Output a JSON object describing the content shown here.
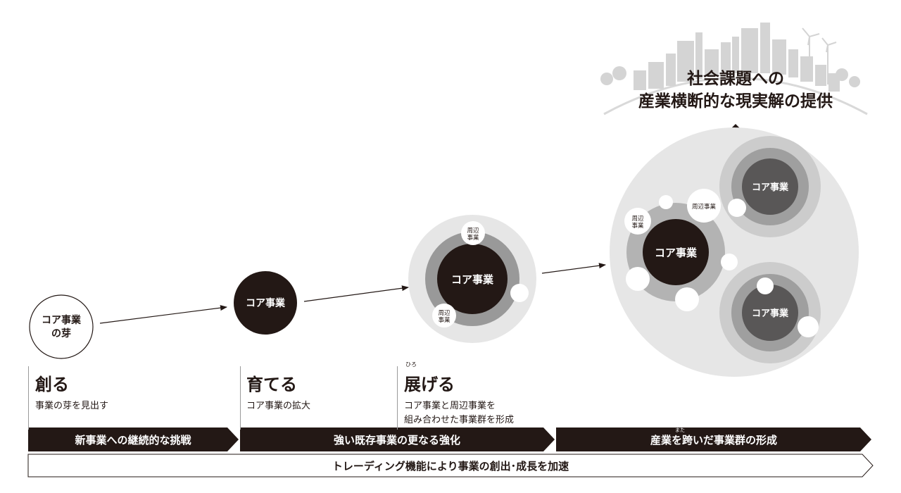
{
  "vision": {
    "line1": "社会課題への",
    "line2": "産業横断的な現実解の提供"
  },
  "nodes": {
    "seed": {
      "line1": "コア事業",
      "line2": "の芽"
    },
    "grow": "コア事業",
    "expand": {
      "core": "コア事業",
      "peripheral_top": "周辺\n事業",
      "peripheral_bottom": "周辺\n事業"
    },
    "cluster": {
      "core_main": "コア事業",
      "core_top_right": "コア事業",
      "core_bottom_right": "コア事業",
      "peripheral_left": "周辺\n事業",
      "peripheral_top": "周辺事業"
    }
  },
  "stages": [
    {
      "title": "創る",
      "desc": [
        "事業の芽を見出す"
      ]
    },
    {
      "title": "育てる",
      "desc": [
        "コア事業の拡大"
      ]
    },
    {
      "title": "展げる",
      "ruby": "ひろ",
      "desc": [
        "コア事業と周辺事業を",
        "組み合わせた事業群を形成"
      ]
    }
  ],
  "bands": [
    {
      "label": "新事業への継続的な挑戦"
    },
    {
      "label": "強い既存事業の更なる強化"
    },
    {
      "label": "産業を跨いだ事業群の形成",
      "ruby": "また"
    }
  ],
  "footer_band": {
    "label": "トレーディング機能により事業の創出･成長を加速"
  },
  "colors": {
    "dark": "#231815",
    "light_gray": "#e6e6e6",
    "mid_gray": "#cccccc",
    "medium_gray": "#999999",
    "ring_gray": "#b3b3b3",
    "deep_gray": "#595757",
    "white": "#ffffff"
  }
}
